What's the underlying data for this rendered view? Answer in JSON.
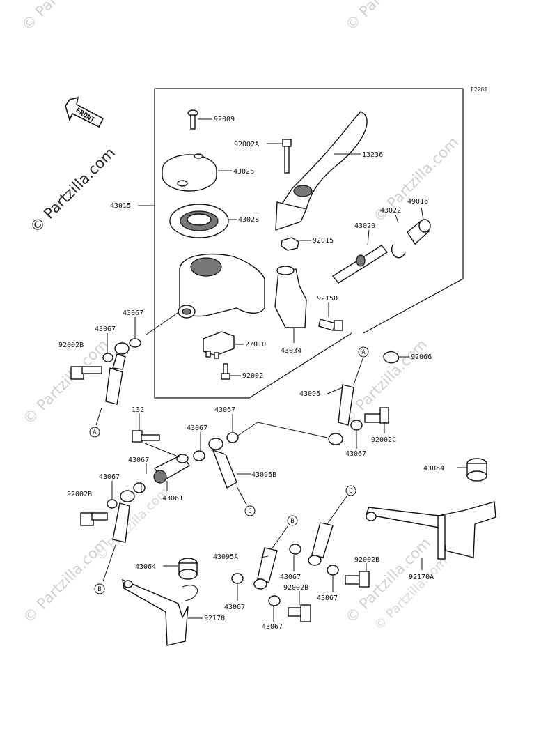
{
  "figure_code": "F2281",
  "front_label": "FRONT",
  "logo_text": "© Partzilla.com",
  "watermark_text": "© Partzilla.com",
  "part_labels": [
    "92009",
    "92002A",
    "13236",
    "43026",
    "43015",
    "43028",
    "43022",
    "49016",
    "43020",
    "92015",
    "43067",
    "43067",
    "92150",
    "92002B",
    "27010",
    "43034",
    "92066",
    "92002",
    "43095",
    "132",
    "43067",
    "43067",
    "92002C",
    "43067",
    "43067",
    "43095B",
    "43061",
    "43067",
    "92002B",
    "43064",
    "43095A",
    "43067",
    "92002B",
    "43064",
    "92170A",
    "43067",
    "92002B",
    "43067",
    "92170",
    "43067"
  ],
  "connector_refs": [
    "A",
    "A",
    "B",
    "B",
    "C",
    "C"
  ]
}
